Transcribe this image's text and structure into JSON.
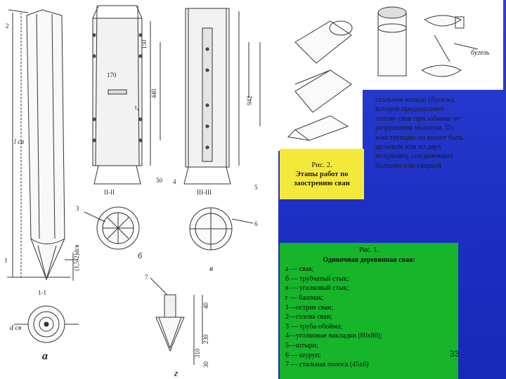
{
  "fig2_caption": {
    "title": "Рис. 2.",
    "lines": [
      "Этапы работ по",
      "заострению сваи"
    ]
  },
  "clamp_description": {
    "lines": [
      "стальное кольцо (бугель),",
      "которое предохраняет",
      "голову сваи при забивке от",
      "разрушения молотом. По",
      "конструкции он может быть",
      "цельным или из двух",
      "полуколец, соединенных",
      "болтами или сваркой"
    ]
  },
  "fig1_caption": {
    "title": "Рис. 1.",
    "subtitle": "Одиночная деревянная свая:",
    "items": [
      "а — свая;",
      "б — трубчатый стык;",
      "в — уголковый стык;",
      "г — башмак;",
      "1—острие сваи;",
      "2—голова сваи;",
      "3 — труба-обойма;",
      "4—уголковые накладки (80х80);",
      "5—штыри;",
      "6 — шуруп;",
      "7 — стальная полоса (45х6)"
    ]
  },
  "slide_number": "33",
  "drawing_labels": {
    "pile_length": "l св",
    "section_1": "1-1",
    "section_2": "II-II",
    "section_3": "III-III",
    "label_bugel": "бугель",
    "letter_a": "а",
    "letter_b": "б",
    "letter_v": "в",
    "letter_g": "г",
    "diameter": "d св",
    "dim_150": "150",
    "dim_170": "170",
    "dim_440": "440",
    "dim_942": "942",
    "dim_50": "50",
    "dim_40": "40",
    "dim_230": "230",
    "dim_310": "310",
    "dim_30": "30",
    "dim_t1": "t₁",
    "dim_2": "2",
    "dim_1": "1",
    "dim_3": "3",
    "dim_4": "4",
    "dim_5": "5",
    "dim_6": "6",
    "dim_7": "7",
    "dim_d": "(1,5-2)dсв"
  },
  "colors": {
    "background": "#1a2fc8",
    "fig2_caption_bg": "#f3e93a",
    "legend_bg": "#16b52a"
  }
}
